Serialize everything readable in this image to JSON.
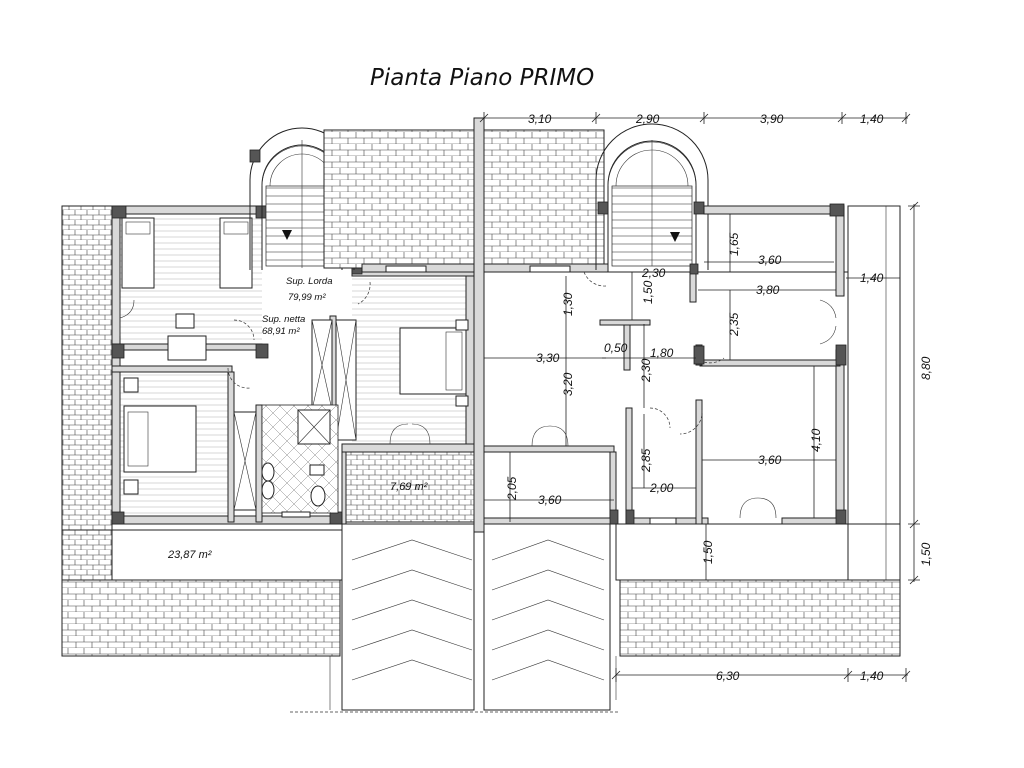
{
  "title": "Pianta Piano PRIMO",
  "dimensions": {
    "top_1": "3,10",
    "top_2": "2,90",
    "top_3": "3,90",
    "top_4": "1,40",
    "bottom_1": "6,30",
    "bottom_2": "1,40",
    "right_total": "8,80",
    "right_bottom": "1,50",
    "d_165": "1,65",
    "d_360a": "3,60",
    "d_140r": "1,40",
    "d_230": "2,30",
    "d_150a": "1,50",
    "d_130": "1,30",
    "d_380": "3,80",
    "d_235": "2,35",
    "d_330": "3,30",
    "d_050": "0,50",
    "d_180": "1,80",
    "d_320": "3,20",
    "d_230v": "2,30",
    "d_410": "4,10",
    "d_360b": "3,60",
    "d_285": "2,85",
    "d_200": "2,00",
    "d_205": "2,05",
    "d_360c": "3,60",
    "d_150b": "1,50"
  },
  "areas": {
    "sup_lorda_label": "Sup. Lorda",
    "sup_lorda_value": "79,99 m²",
    "sup_netta_label": "Sup. netta",
    "sup_netta_value": "68,91 m²",
    "terrace_value": "23,87 m²",
    "room_value": "7,69 m²"
  }
}
